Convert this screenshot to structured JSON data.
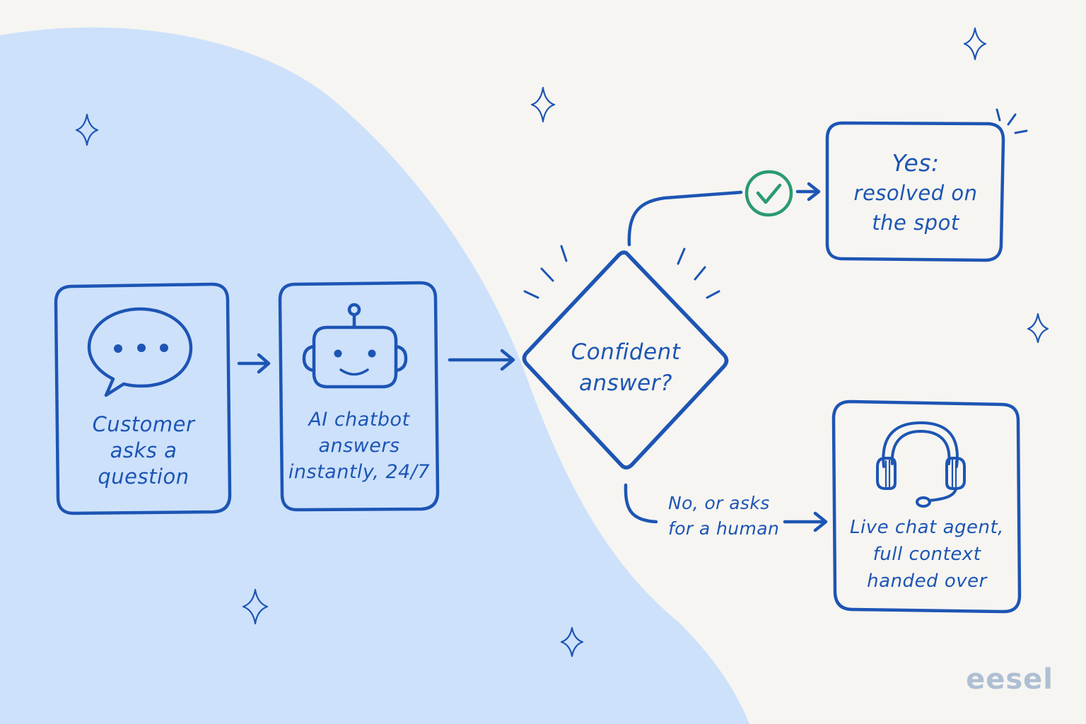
{
  "diagram": {
    "nodes": {
      "customer": {
        "lines": [
          "Customer",
          "asks a",
          "question"
        ]
      },
      "chatbot": {
        "lines": [
          "AI chatbot",
          "answers",
          "instantly, 24/7"
        ]
      },
      "decision": {
        "lines": [
          "Confident",
          "answer?"
        ]
      },
      "resolved": {
        "lines": [
          "Yes:",
          "resolved on",
          "the spot"
        ]
      },
      "agent": {
        "lines": [
          "Live chat agent,",
          "full context",
          "handed over"
        ]
      }
    },
    "edges": {
      "no_branch": {
        "lines": [
          "No, or asks",
          "for a human"
        ]
      }
    }
  },
  "brand": {
    "name": "eesel"
  },
  "icons": {
    "customer": "chat-bubble-icon",
    "chatbot": "robot-icon",
    "yes_branch": "check-circle-icon",
    "agent": "headset-icon",
    "decoration": "sparkle-icon"
  },
  "colors": {
    "ink": "#1d55b4",
    "check": "#2a9a73",
    "blob": "#cde1fb",
    "background": "#f6f5f1",
    "brand": "#aebfd3"
  }
}
